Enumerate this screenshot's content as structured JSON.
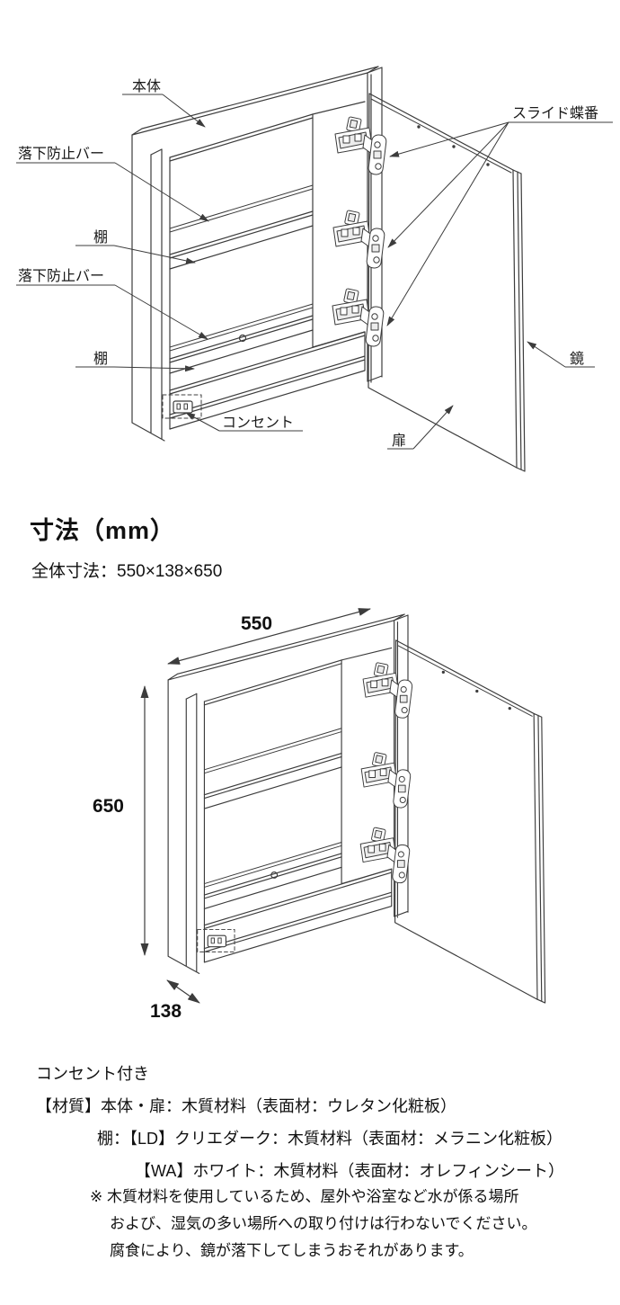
{
  "title_section": {
    "heading": "寸法（mm）",
    "overall_dimensions": "全体寸法：550×138×650"
  },
  "figure1_labels": {
    "body": "本体",
    "fall_bar_upper": "落下防止バー",
    "shelf_upper": "棚",
    "fall_bar_lower": "落下防止バー",
    "shelf_lower": "棚",
    "outlet": "コンセント",
    "slide_hinge": "スライド蝶番",
    "mirror": "鏡",
    "door": "扉"
  },
  "figure2_dimensions": {
    "width": "550",
    "height": "650",
    "depth": "138"
  },
  "specs": {
    "line1": "コンセント付き",
    "line2": "【材質】本体・扉：木質材料（表面材：ウレタン化粧板）",
    "line3": "棚：【LD】クリエダーク：木質材料（表面材：メラニン化粧板）",
    "line4": "【WA】ホワイト：木質材料（表面材：オレフィンシート）"
  },
  "caution": {
    "line1": "※ 木質材料を使用しているため、屋外や浴室など水が係る場所",
    "line2": "および、湿気の多い場所への取り付けは行わないでください。",
    "line3": "腐食により、鏡が落下してしまうおそれがあります。"
  },
  "colors": {
    "line": "#3c3c3c",
    "text": "#111111",
    "background": "#ffffff"
  }
}
